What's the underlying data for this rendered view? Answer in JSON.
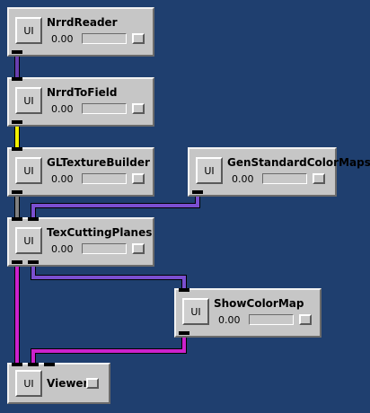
{
  "modules": [
    {
      "id": "nrrdreader",
      "title": "NrrdReader",
      "ui_label": "UI",
      "value": "0.00",
      "progress": 0
    },
    {
      "id": "nrrdtofield",
      "title": "NrrdToField",
      "ui_label": "UI",
      "value": "0.00",
      "progress": 0
    },
    {
      "id": "gltexturebuilder",
      "title": "GLTextureBuilder",
      "ui_label": "UI",
      "value": "0.00",
      "progress": 0
    },
    {
      "id": "genstandardcolormaps",
      "title": "GenStandardColorMaps",
      "ui_label": "UI",
      "value": "0.00",
      "progress": 0
    },
    {
      "id": "texcuttingplanes",
      "title": "TexCuttingPlanes",
      "ui_label": "UI",
      "value": "0.00",
      "progress": 0
    },
    {
      "id": "showcolormap",
      "title": "ShowColorMap",
      "ui_label": "UI",
      "value": "0.00",
      "progress": 0
    },
    {
      "id": "viewer",
      "title": "Viewer",
      "ui_label": "UI"
    }
  ],
  "wire_colors": {
    "nrrd": "#6a3fb0",
    "field": "#f2f000",
    "texture": "#808080",
    "colormap": "#7a4fd0",
    "geometry": "#cc22cc"
  }
}
